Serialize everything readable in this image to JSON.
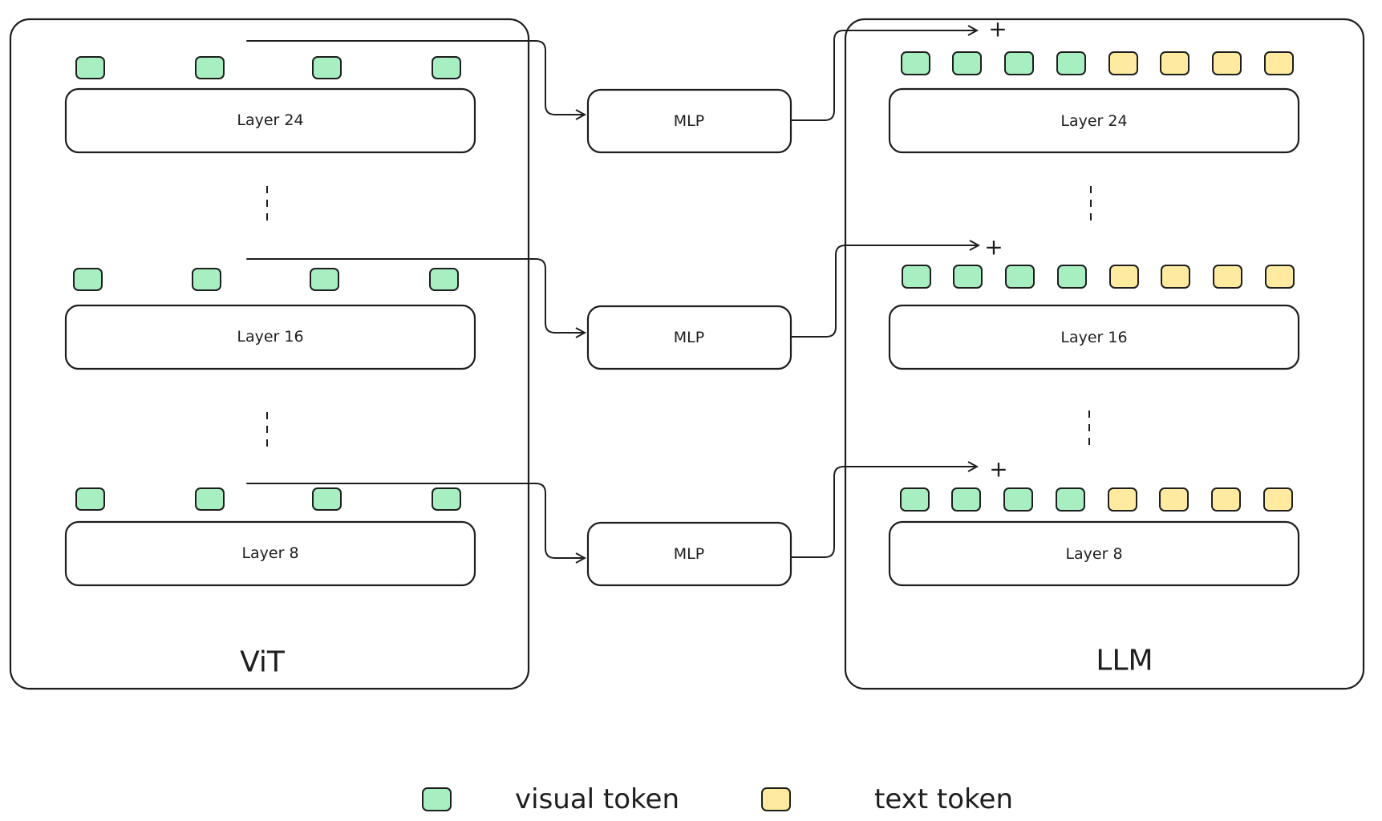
{
  "colors": {
    "visual_token": "#a7efc0",
    "text_token": "#ffeaa0",
    "stroke": "#1e1e1e"
  },
  "vit": {
    "title": "ViT",
    "layers": [
      {
        "label": "Layer 24"
      },
      {
        "label": "Layer 16"
      },
      {
        "label": "Layer 8"
      }
    ]
  },
  "projectors": [
    {
      "label": "MLP"
    },
    {
      "label": "MLP"
    },
    {
      "label": "MLP"
    }
  ],
  "llm": {
    "title": "LLM",
    "add_symbol": "+",
    "layers": [
      {
        "label": "Layer 24"
      },
      {
        "label": "Layer 16"
      },
      {
        "label": "Layer 8"
      }
    ]
  },
  "legend": {
    "visual": "visual token",
    "text": "text token"
  }
}
